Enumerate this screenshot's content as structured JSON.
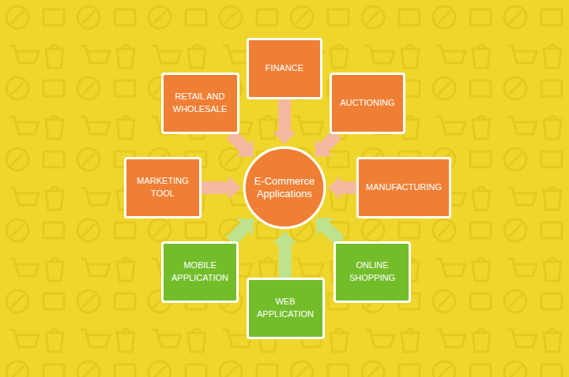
{
  "diagram": {
    "nodes": [
      {
        "text": [
          "FINANCE"
        ]
      },
      {
        "text": [
          "RETAIL AND WHOLESALE"
        ]
      },
      {
        "text": [
          "AUCTIONING"
        ]
      },
      {
        "text": [
          "MARKETING TOOL"
        ]
      },
      {
        "text": [
          "E-Commerce Applications"
        ]
      },
      {
        "text": [
          "MANUFACTURING"
        ]
      },
      {
        "text": [
          "MOBILE APPLICATION"
        ]
      },
      {
        "text": [
          "WEB APPLICATION"
        ]
      },
      {
        "text": [
          "ONLINE SHOPPING"
        ]
      }
    ],
    "edges": [
      {
        "from": 0,
        "to": 4,
        "arrow": "to"
      },
      {
        "from": 1,
        "to": 4,
        "arrow": "to"
      },
      {
        "from": 2,
        "to": 4,
        "arrow": "to"
      },
      {
        "from": 3,
        "to": 4,
        "arrow": "to"
      },
      {
        "from": 5,
        "to": 4,
        "arrow": "to"
      },
      {
        "from": 6,
        "to": 4,
        "arrow": "to"
      },
      {
        "from": 7,
        "to": 4,
        "arrow": "to"
      },
      {
        "from": 8,
        "to": 4,
        "arrow": "to"
      }
    ]
  }
}
